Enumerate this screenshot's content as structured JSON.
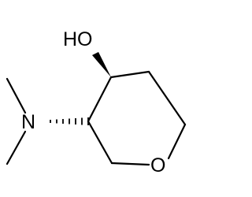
{
  "atoms": {
    "hydroxyl": "HO",
    "amine_nitrogen": "N",
    "ring_oxygen": "O"
  },
  "stereo": {
    "c4_to_oh": "wedge",
    "c3_to_n": "hash"
  },
  "colors": {
    "ink": "#000000",
    "background": "#ffffff"
  }
}
